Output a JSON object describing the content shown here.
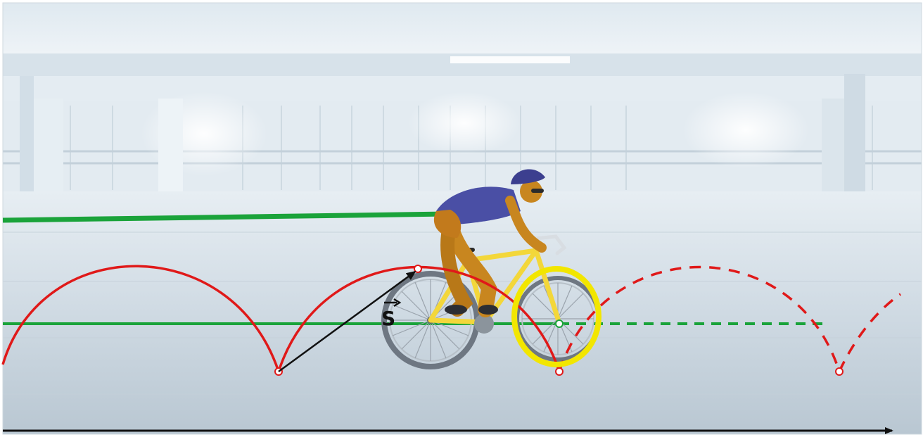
{
  "scene": {
    "description_words": [],
    "colors": {
      "trajectory": "#e01919",
      "axle_path": "#1aa33a",
      "highlight_circle": "#f2e600",
      "displacement_vector": "#111111",
      "axis": "#111111"
    }
  },
  "labels": {
    "displacement": "S"
  },
  "icons": {
    "cyclist": "cyclist-on-road-bike",
    "wheel_marker": "highlighted-front-wheel"
  }
}
